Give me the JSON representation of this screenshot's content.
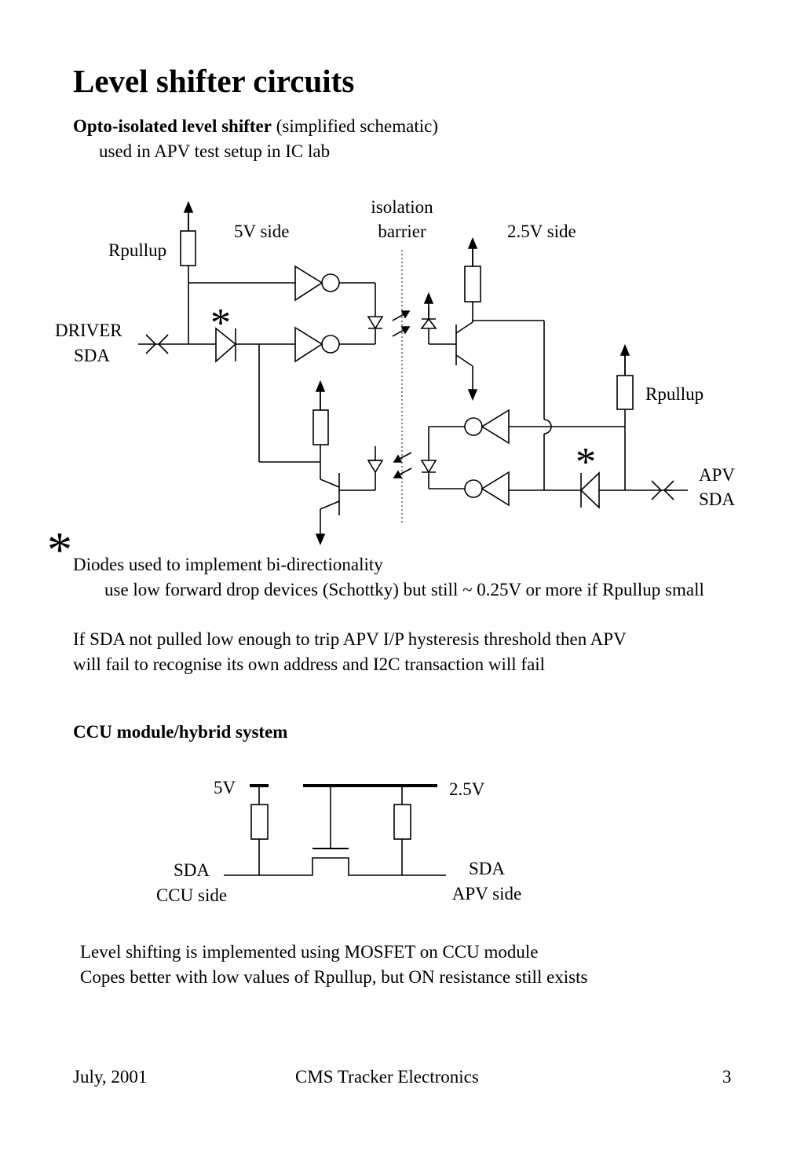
{
  "title": "Level shifter circuits",
  "section1": {
    "heading_bold": "Opto-isolated level shifter",
    "heading_rest": " (simplified schematic)",
    "subline": "used in APV test setup in IC lab"
  },
  "diagram1": {
    "isolation_line1": "isolation",
    "isolation_line2": "barrier",
    "side_5v": "5V side",
    "side_25v": "2.5V side",
    "rpullup_left": "Rpullup",
    "rpullup_right": "Rpullup",
    "driver_line1": "DRIVER",
    "driver_line2": "SDA",
    "apv_line1": "APV",
    "apv_line2": "SDA",
    "star": "*"
  },
  "notes": {
    "star": "*",
    "diodes_line": "Diodes used to implement bi-directionality",
    "diodes_sub": "use low forward drop devices (Schottky) but still ~ 0.25V or more if Rpullup small",
    "fail_line1": "If SDA not pulled low enough to trip APV I/P hysteresis threshold then APV",
    "fail_line2": "will fail to recognise its own address and I2C transaction will fail"
  },
  "section2": {
    "heading": "CCU module/hybrid system"
  },
  "diagram2": {
    "v5": "5V",
    "v25": "2.5V",
    "left_line1": "SDA",
    "left_line2": "CCU side",
    "right_line1": "SDA",
    "right_line2": "APV side"
  },
  "bottom": {
    "line1": "Level shifting is implemented using MOSFET on CCU module",
    "line2": "Copes better with low values of Rpullup, but ON resistance still exists"
  },
  "footer": {
    "date": "July, 2001",
    "center": "CMS Tracker Electronics",
    "page": "3"
  }
}
